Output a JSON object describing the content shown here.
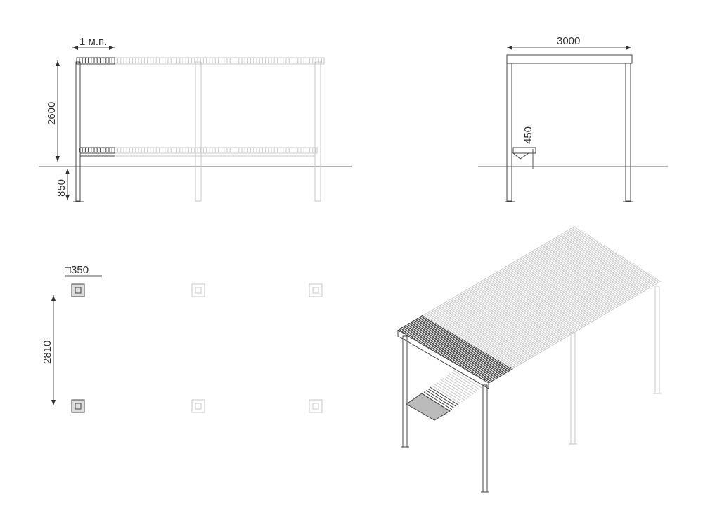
{
  "front_view": {
    "module_label": "1 м.п.",
    "height_label": "2600",
    "depth_label": "850"
  },
  "side_view": {
    "width_label": "3000",
    "seat_height_label": "450"
  },
  "plan_view": {
    "footing_label": "□350",
    "span_label": "2810"
  },
  "colors": {
    "active": "#444444",
    "ghost": "#c8c8c8"
  }
}
